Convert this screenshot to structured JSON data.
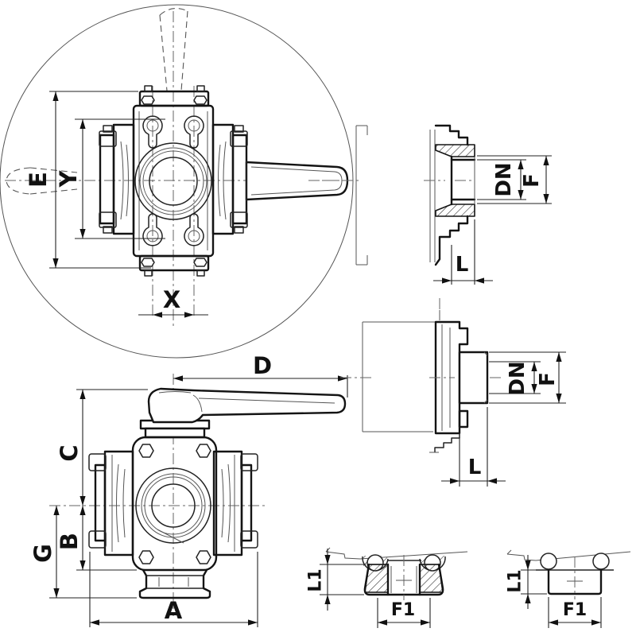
{
  "colors": {
    "line": "#141414",
    "background": "#ffffff"
  },
  "labels": {
    "top_view": {
      "E": "E",
      "Y": "Y",
      "X": "X"
    },
    "front_view": {
      "D": "D",
      "C": "C",
      "B": "B",
      "G": "G",
      "A": "A"
    },
    "side_port_threaded": {
      "DN": "DN",
      "F": "F",
      "L": "L"
    },
    "side_port_plain": {
      "DN": "DN",
      "F": "F",
      "L": "L"
    },
    "bottom_port_threaded": {
      "L1": "L1",
      "F1": "F1"
    },
    "bottom_port_plain": {
      "L1": "L1",
      "F1": "F1"
    }
  }
}
